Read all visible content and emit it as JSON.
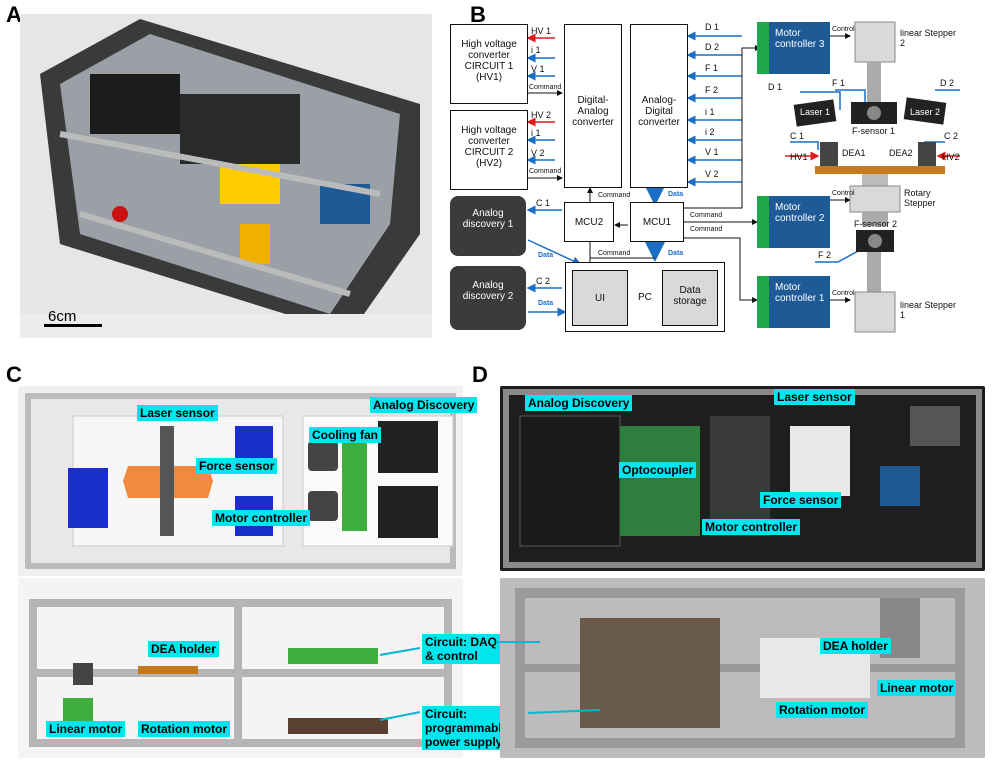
{
  "panels": {
    "a": "A",
    "b": "B",
    "c": "C",
    "d": "D"
  },
  "panel_a": {
    "scale_bar": "6cm"
  },
  "panel_b": {
    "hv1": "High voltage converter CIRCUIT 1 (HV1)",
    "hv2": "High voltage converter CIRCUIT 2 (HV2)",
    "dac": "Digital-Analog converter",
    "adc": "Analog-Digital converter",
    "ad1": "Analog discovery 1",
    "ad2": "Analog discovery 2",
    "mcu2": "MCU2",
    "mcu1": "MCU1",
    "ui": "UI",
    "pc": "PC",
    "storage": "Data storage",
    "mc3": "Motor controller 3",
    "mc2": "Motor controller 2",
    "mc1": "Motor controller 1",
    "stepper2": "linear Stepper 2",
    "stepper1": "linear Stepper 1",
    "rotary": "Rotary Stepper",
    "laser1": "Laser 1",
    "laser2": "Laser 2",
    "fs1": "F-sensor 1",
    "fs2": "F-sensor 2",
    "dea1": "DEA1",
    "dea2": "DEA2",
    "hv1_in": "HV 1",
    "i1_in": "i 1",
    "v1_in": "V 1",
    "hv2_in": "HV 2",
    "i2_in": "i 1",
    "v2_in": "V 2",
    "command": "Command",
    "data": "Data",
    "control": "Control",
    "adc_in": [
      "D 1",
      "D 2",
      "F 1",
      "F 2",
      "i 1",
      "i 2",
      "V 1",
      "V 2"
    ],
    "c1": "C 1",
    "c2": "C 2",
    "f1": "F 1",
    "f2": "F 2",
    "d1": "D 1",
    "d2": "D 2",
    "hv1_lbl": "HV1",
    "hv2_lbl": "HV2"
  },
  "panel_c": {
    "laser_sensor": "Laser sensor",
    "force_sensor": "Force sensor",
    "motor_controller": "Motor controller",
    "cooling_fan": "Cooling fan",
    "analog_discovery": "Analog Discovery",
    "dea_holder": "DEA holder",
    "circuit_daq": "Circuit: DAQ & control",
    "circuit_hv": "Circuit: programmable HV power supply",
    "linear_motor": "Linear motor",
    "rotation_motor": "Rotation motor"
  },
  "panel_d": {
    "analog_discovery": "Analog Discovery",
    "laser_sensor": "Laser sensor",
    "optocoupler": "Optocoupler",
    "force_sensor": "Force sensor",
    "motor_controller": "Motor controller",
    "dea_holder": "DEA holder",
    "linear_motor": "Linear motor",
    "rotation_motor": "Rotation motor"
  },
  "colors": {
    "highlight": "#00e5ee",
    "mc_blue": "#1e5a96",
    "mc_green": "#1ea84a",
    "data_blue": "#1a6fc4",
    "dark_box": "#3b3b3b",
    "hv_red": "#e01b1b"
  }
}
